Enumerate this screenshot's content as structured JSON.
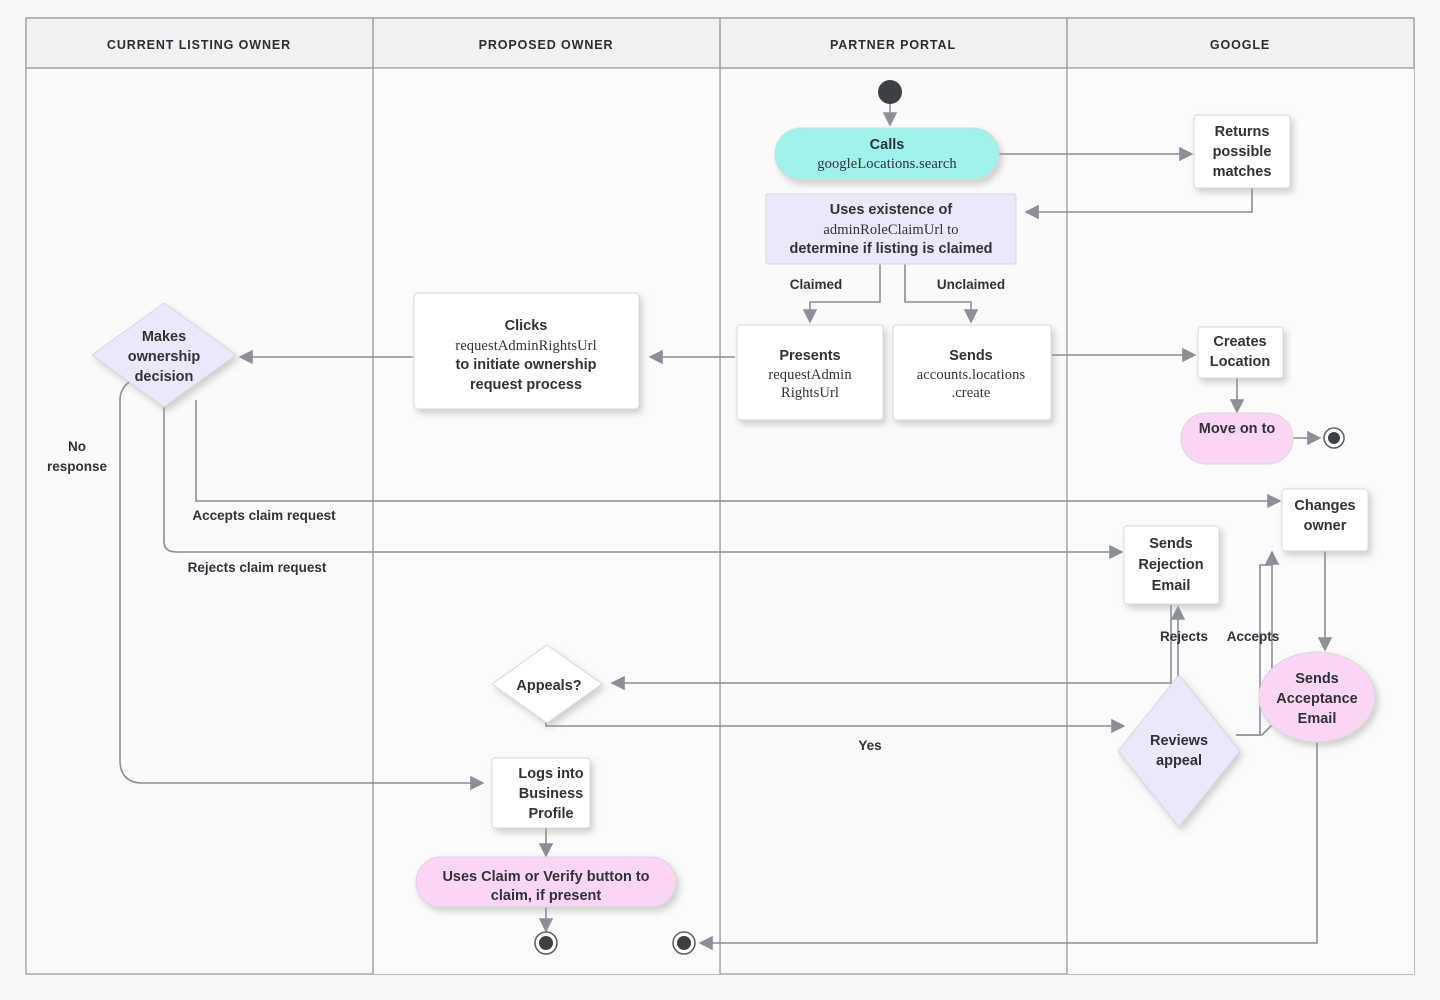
{
  "diagram": {
    "title": "Business listing ownership transfer flow",
    "type": "swimlane-flowchart",
    "background": "#f7f7f7"
  },
  "lanes": [
    {
      "id": "current-listing-owner",
      "label": "CURRENT LISTING OWNER"
    },
    {
      "id": "proposed-owner",
      "label": "PROPOSED OWNER"
    },
    {
      "id": "partner-portal",
      "label": "PARTNER PORTAL"
    },
    {
      "id": "google",
      "label": "GOOGLE"
    }
  ],
  "palette": {
    "lane_header_bg": "#f1f1f1",
    "lane_border": "#9aa0a6",
    "process_bg": "#ffffff",
    "decision_bg": "#ece8fb",
    "accent_cyan": "#9ff3ea",
    "accent_pink": "#fbd5f4",
    "accent_lavender": "#ece8fb",
    "connector": "#8a8f98",
    "text": "#2f3238"
  },
  "nodes": {
    "start_partner": {
      "label": "",
      "shape": "start-circle",
      "lane": "partner-portal"
    },
    "calls_search": {
      "lines": [
        "Calls",
        "googleLocations.search"
      ],
      "shape": "rounded-pill",
      "fill": "accent_cyan",
      "lane": "partner-portal"
    },
    "returns_matches": {
      "lines": [
        "Returns",
        "possible",
        "matches"
      ],
      "shape": "process",
      "fill": "process_bg",
      "lane": "google"
    },
    "uses_existence": {
      "lines": [
        "Uses existence of",
        "adminRoleClaimUrl to",
        "determine if listing is claimed"
      ],
      "shape": "rect",
      "fill": "accent_lavender",
      "lane": "partner-portal"
    },
    "presents_url": {
      "lines": [
        "Presents",
        "requestAdmin",
        "RightsUrl"
      ],
      "shape": "process",
      "fill": "process_bg",
      "lane": "partner-portal"
    },
    "sends_create": {
      "lines": [
        "Sends",
        "accounts.locations",
        ".create"
      ],
      "shape": "process",
      "fill": "process_bg",
      "lane": "partner-portal"
    },
    "clicks_url": {
      "lines": [
        "Clicks",
        "requestAdminRightsUrl",
        "to initiate ownership",
        "request process"
      ],
      "shape": "process",
      "fill": "process_bg",
      "lane": "proposed-owner"
    },
    "makes_decision": {
      "lines": [
        "Makes",
        "ownership",
        "decision"
      ],
      "shape": "decision",
      "fill": "decision_bg",
      "lane": "current-listing-owner"
    },
    "creates_location": {
      "lines": [
        "Creates",
        "Location"
      ],
      "shape": "process",
      "fill": "process_bg",
      "lane": "google"
    },
    "move_on_to": {
      "lines": [
        "Move on to"
      ],
      "shape": "rounded-pill",
      "fill": "accent_pink",
      "lane": "google"
    },
    "end_google": {
      "label": "",
      "shape": "end-circle",
      "lane": "google"
    },
    "changes_owner": {
      "lines": [
        "Changes",
        "owner"
      ],
      "shape": "process",
      "fill": "process_bg",
      "lane": "google"
    },
    "sends_rejection": {
      "lines": [
        "Sends",
        "Rejection",
        "Email"
      ],
      "shape": "process",
      "fill": "process_bg",
      "lane": "google"
    },
    "sends_acceptance": {
      "lines": [
        "Sends",
        "Acceptance",
        "Email"
      ],
      "shape": "rounded-pill",
      "fill": "accent_pink",
      "lane": "google"
    },
    "appeals": {
      "lines": [
        "Appeals?"
      ],
      "shape": "decision",
      "fill": "process_bg",
      "lane": "proposed-owner"
    },
    "reviews_appeal": {
      "lines": [
        "Reviews",
        "appeal"
      ],
      "shape": "decision",
      "fill": "decision_bg",
      "lane": "google"
    },
    "logs_into": {
      "lines": [
        "Logs into",
        "Business",
        "Profile"
      ],
      "shape": "process",
      "fill": "process_bg",
      "lane": "proposed-owner"
    },
    "uses_claim": {
      "lines": [
        "Uses Claim or Verify button to",
        "claim, if present"
      ],
      "shape": "rounded-pill",
      "fill": "accent_pink",
      "lane": "proposed-owner"
    },
    "end_proposed": {
      "label": "",
      "shape": "end-circle",
      "lane": "proposed-owner"
    },
    "end_partner": {
      "label": "",
      "shape": "end-circle",
      "lane": "partner-portal"
    }
  },
  "edge_labels": {
    "claimed": "Claimed",
    "unclaimed": "Unclaimed",
    "no_response": [
      "No",
      "response"
    ],
    "accepts_claim": "Accepts claim request",
    "rejects_claim": "Rejects claim request",
    "rejects": "Rejects",
    "accepts": "Accepts",
    "yes": "Yes"
  }
}
